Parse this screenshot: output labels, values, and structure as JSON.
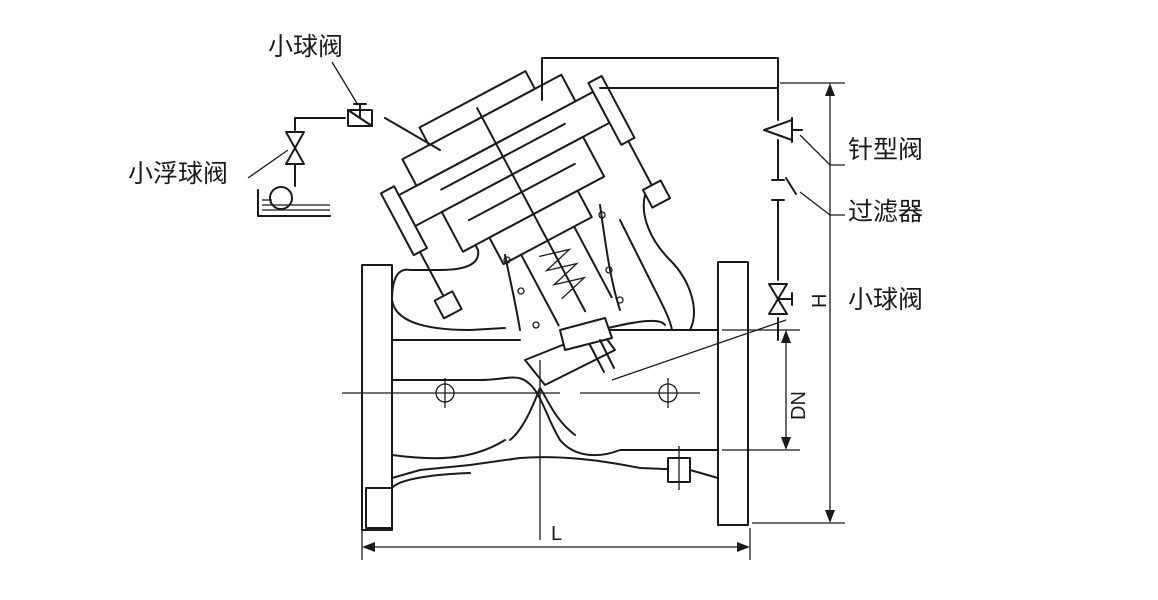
{
  "labels": {
    "small_ball_valve_top": "小球阀",
    "small_float_valve": "小浮球阀",
    "needle_valve": "针型阀",
    "filter": "过滤器",
    "small_ball_valve_right": "小球阀"
  },
  "dimensions": {
    "length": "L",
    "nominal_diameter": "DN",
    "height": "H"
  }
}
